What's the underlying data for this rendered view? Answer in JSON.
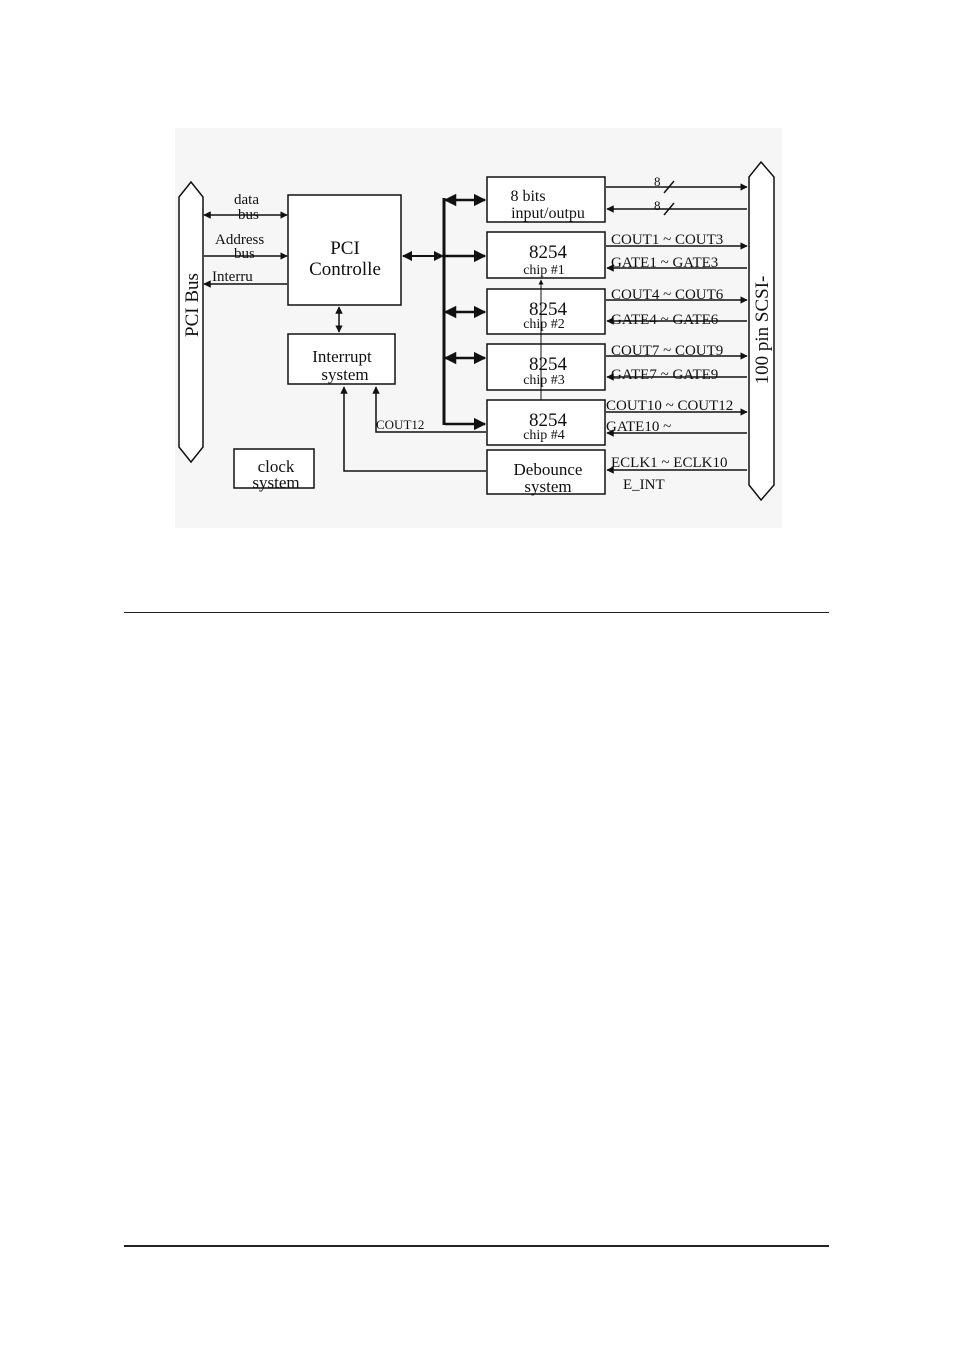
{
  "diagram": {
    "pci_bus": "PCI Bus",
    "scsi": "100 pin SCSI-",
    "data_bus": "data",
    "data_bus_2": "bus",
    "address_bus": "Address",
    "address_bus_2": "bus",
    "interrupt_line": "Interru",
    "pci_controller": "PCI",
    "pci_controller_2": "Controlle",
    "interrupt_system": "Interrupt",
    "interrupt_system_2": "system",
    "clock_system": "clock",
    "clock_system_2": "system",
    "io_block": "8 bits",
    "io_block_2": "input/outpu",
    "chips": [
      {
        "title": "8254",
        "sub": "chip #1",
        "out": "COUT1 ~ COUT3",
        "in": "GATE1 ~ GATE3"
      },
      {
        "title": "8254",
        "sub": "chip #2",
        "out": "COUT4 ~ COUT6",
        "in": "GATE4 ~ GATE6"
      },
      {
        "title": "8254",
        "sub": "chip #3",
        "out": "COUT7 ~ COUT9",
        "in": "GATE7 ~ GATE9"
      },
      {
        "title": "8254",
        "sub": "chip #4",
        "out": "COUT10 ~ COUT12",
        "in": "GATE10 ~"
      }
    ],
    "debounce": "Debounce",
    "debounce_2": "system",
    "eclk": "ECLK1 ~ ECLK10",
    "e_int": "E_INT",
    "cout12": "COUT12",
    "bits_out": "8",
    "bits_in": "8"
  }
}
